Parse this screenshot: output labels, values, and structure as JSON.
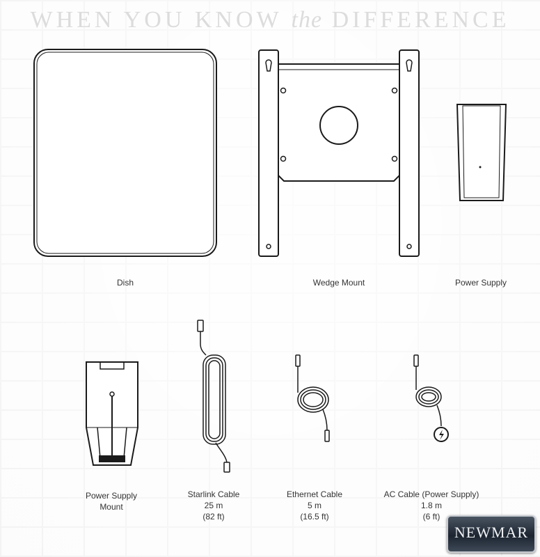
{
  "heading": {
    "main_left": "WHEN YOU KNOW",
    "italic": "the",
    "main_right": "DIFFERENCE"
  },
  "items": {
    "dish": {
      "label": "Dish"
    },
    "wedge_mount": {
      "label": "Wedge Mount"
    },
    "power_supply": {
      "label": "Power Supply"
    },
    "power_supply_mount": {
      "label_line1": "Power Supply",
      "label_line2": "Mount"
    },
    "starlink_cable": {
      "label": "Starlink Cable",
      "length_m": "25 m",
      "length_ft": "(82 ft)"
    },
    "ethernet_cable": {
      "label": "Ethernet Cable",
      "length_m": "5 m",
      "length_ft": "(16.5 ft)"
    },
    "ac_cable": {
      "label": "AC Cable (Power Supply)",
      "length_m": "1.8 m",
      "length_ft": "(6 ft)"
    }
  },
  "logo": {
    "text": "NEWMAR"
  },
  "colors": {
    "line": "#1a1a1a",
    "heading": "#dcdcdc",
    "logo_bg": "#1c2430"
  }
}
